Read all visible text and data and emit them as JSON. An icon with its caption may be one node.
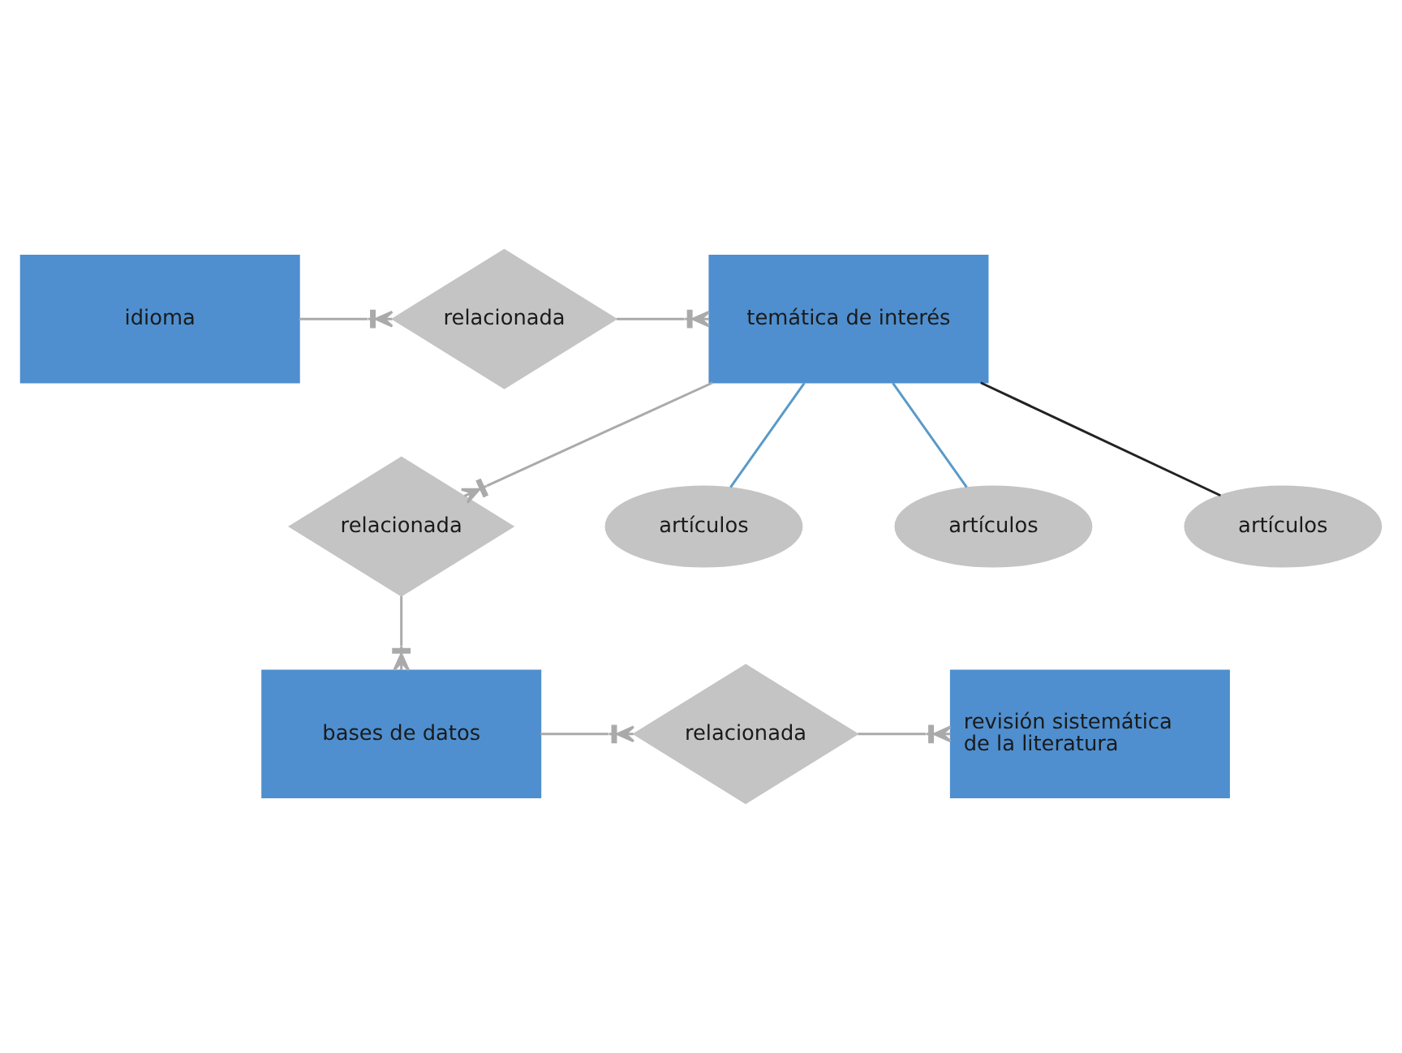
{
  "diagram": {
    "nodes": [
      {
        "text": [
          "bases de datos"
        ]
      },
      {
        "text": [
          "relacionada"
        ]
      },
      {
        "text": [
          "revisión sistemática de la literatura"
        ]
      },
      {
        "text": [
          "relacionada"
        ]
      },
      {
        "text": [
          "temática de interés"
        ]
      },
      {
        "text": [
          "relacionada"
        ]
      },
      {
        "text": [
          "idioma"
        ]
      },
      {
        "text": [
          "artículos"
        ]
      },
      {
        "text": [
          "artículos"
        ]
      },
      {
        "text": [
          "artículos"
        ]
      }
    ],
    "edges": [
      {
        "from": 0,
        "to": 1,
        "arrow": "other"
      },
      {
        "from": 1,
        "to": 2,
        "arrow": "other"
      },
      {
        "from": 3,
        "to": 0,
        "arrow": "other"
      },
      {
        "from": 4,
        "to": 3,
        "arrow": "other"
      },
      {
        "from": 5,
        "to": 4,
        "arrow": "other"
      },
      {
        "from": 6,
        "to": 5,
        "arrow": "other"
      },
      {
        "from": 4,
        "to": 7,
        "arrow": "none",
        "color": "#5a9ac8"
      },
      {
        "from": 4,
        "to": 8,
        "arrow": "none",
        "color": "#5a9ac8"
      },
      {
        "from": 4,
        "to": 9,
        "arrow": "none",
        "color": "#222222"
      }
    ]
  }
}
